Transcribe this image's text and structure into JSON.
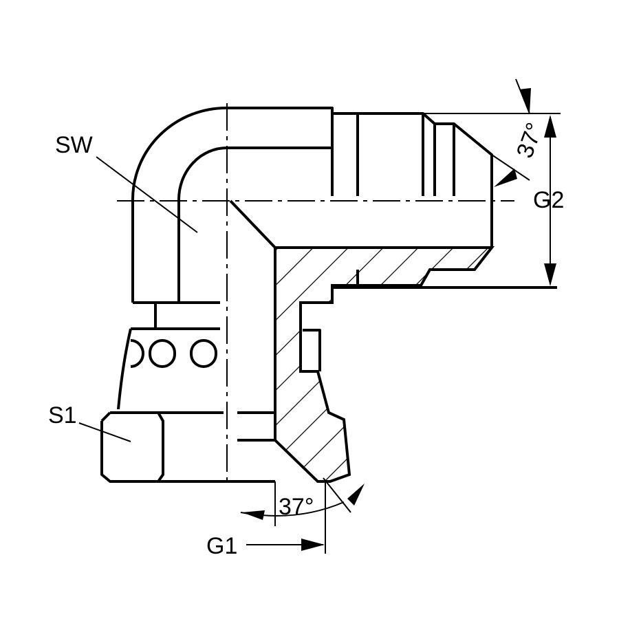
{
  "labels": {
    "sw": "SW",
    "s1": "S1",
    "g1": "G1",
    "g2": "G2",
    "angle_top": "37°",
    "angle_bottom": "37°"
  },
  "colors": {
    "line": "#000000",
    "background": "#ffffff"
  }
}
